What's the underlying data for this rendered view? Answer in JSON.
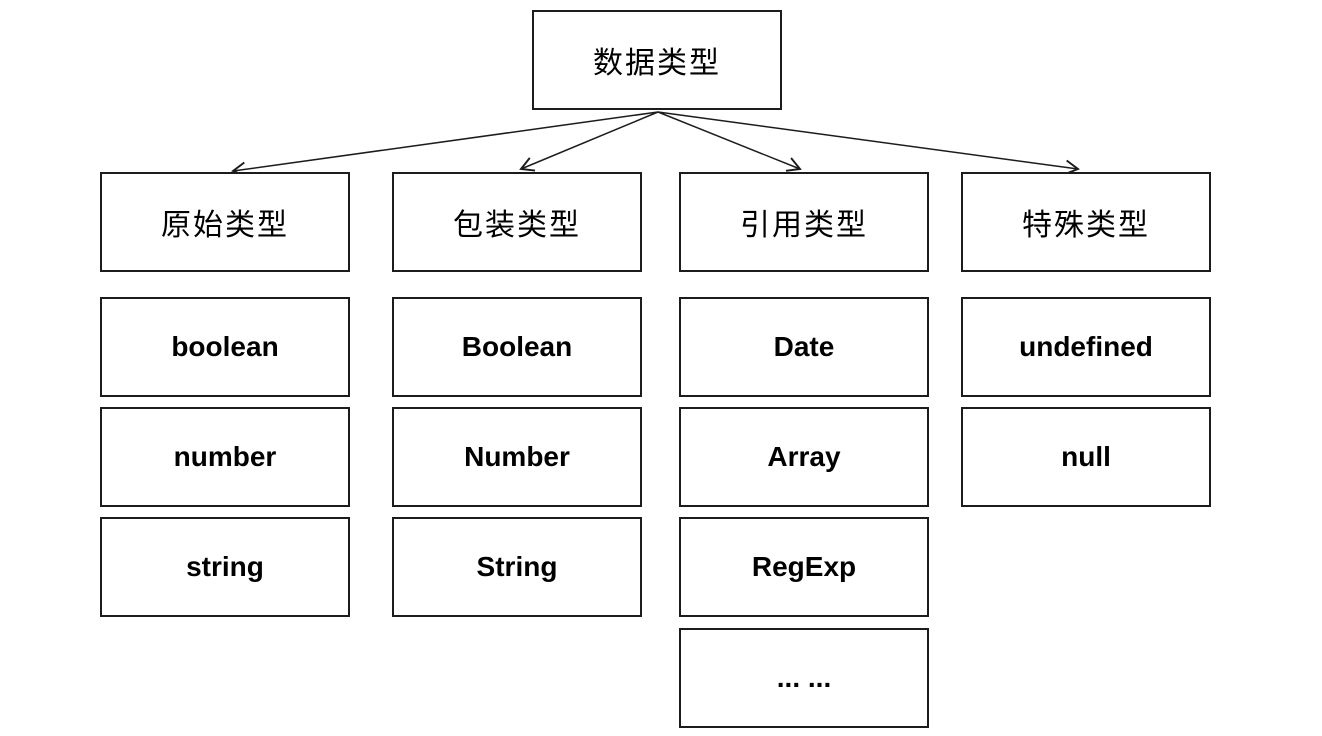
{
  "diagram": {
    "title": "JavaScript data types tree",
    "root": {
      "label": "数据类型"
    },
    "columns": [
      {
        "header": "原始类型",
        "items": [
          "boolean",
          "number",
          "string"
        ]
      },
      {
        "header": "包装类型",
        "items": [
          "Boolean",
          "Number",
          "String"
        ]
      },
      {
        "header": "引用类型",
        "items": [
          "Date",
          "Array",
          "RegExp",
          "... ..."
        ]
      },
      {
        "header": "特殊类型",
        "items": [
          "undefined",
          "null"
        ]
      }
    ],
    "colors": {
      "stroke": "#1c1c1c",
      "background": "#ffffff",
      "text": "#000000"
    }
  }
}
